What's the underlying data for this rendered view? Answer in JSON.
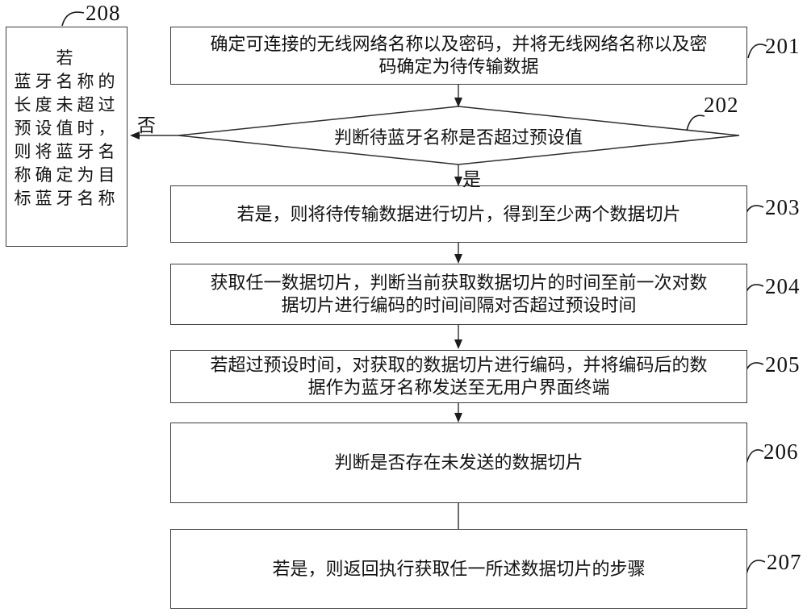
{
  "figure": {
    "background_color": "#ffffff",
    "line_color": "#2e2e2e",
    "text_color": "#121212"
  },
  "nodes": {
    "n201": {
      "id_label": "201",
      "type": "process",
      "text": "确定可连接的无线网络名称以及密码，并将无线网络名称以及密\n码确定为待传输数据"
    },
    "n202": {
      "id_label": "202",
      "type": "decision",
      "text": "判断待蓝牙名称是否超过预设值"
    },
    "n203": {
      "id_label": "203",
      "type": "process",
      "text": "若是，则将待传输数据进行切片，得到至少两个数据切片"
    },
    "n204": {
      "id_label": "204",
      "type": "process",
      "text": "获取任一数据切片，判断当前获取数据切片的时间至前一次对数\n据切片进行编码的时间间隔对否超过预设时间"
    },
    "n205": {
      "id_label": "205",
      "type": "process",
      "text": "若超过预设时间，对获取的数据切片进行编码，并将编码后的数\n据作为蓝牙名称发送至无用户界面终端"
    },
    "n206": {
      "id_label": "206",
      "type": "process",
      "text": "判断是否存在未发送的数据切片"
    },
    "n207": {
      "id_label": "207",
      "type": "process",
      "text": "若是，则返回执行获取任一所述数据切片的步骤"
    },
    "n208": {
      "id_label": "208",
      "type": "process",
      "text": "若\n蓝牙名称的\n长度未超过\n预设值时，\n则将蓝牙名\n称确定为目\n标蓝牙名称"
    }
  },
  "edges": {
    "yes_label": "是",
    "no_label": "否"
  }
}
